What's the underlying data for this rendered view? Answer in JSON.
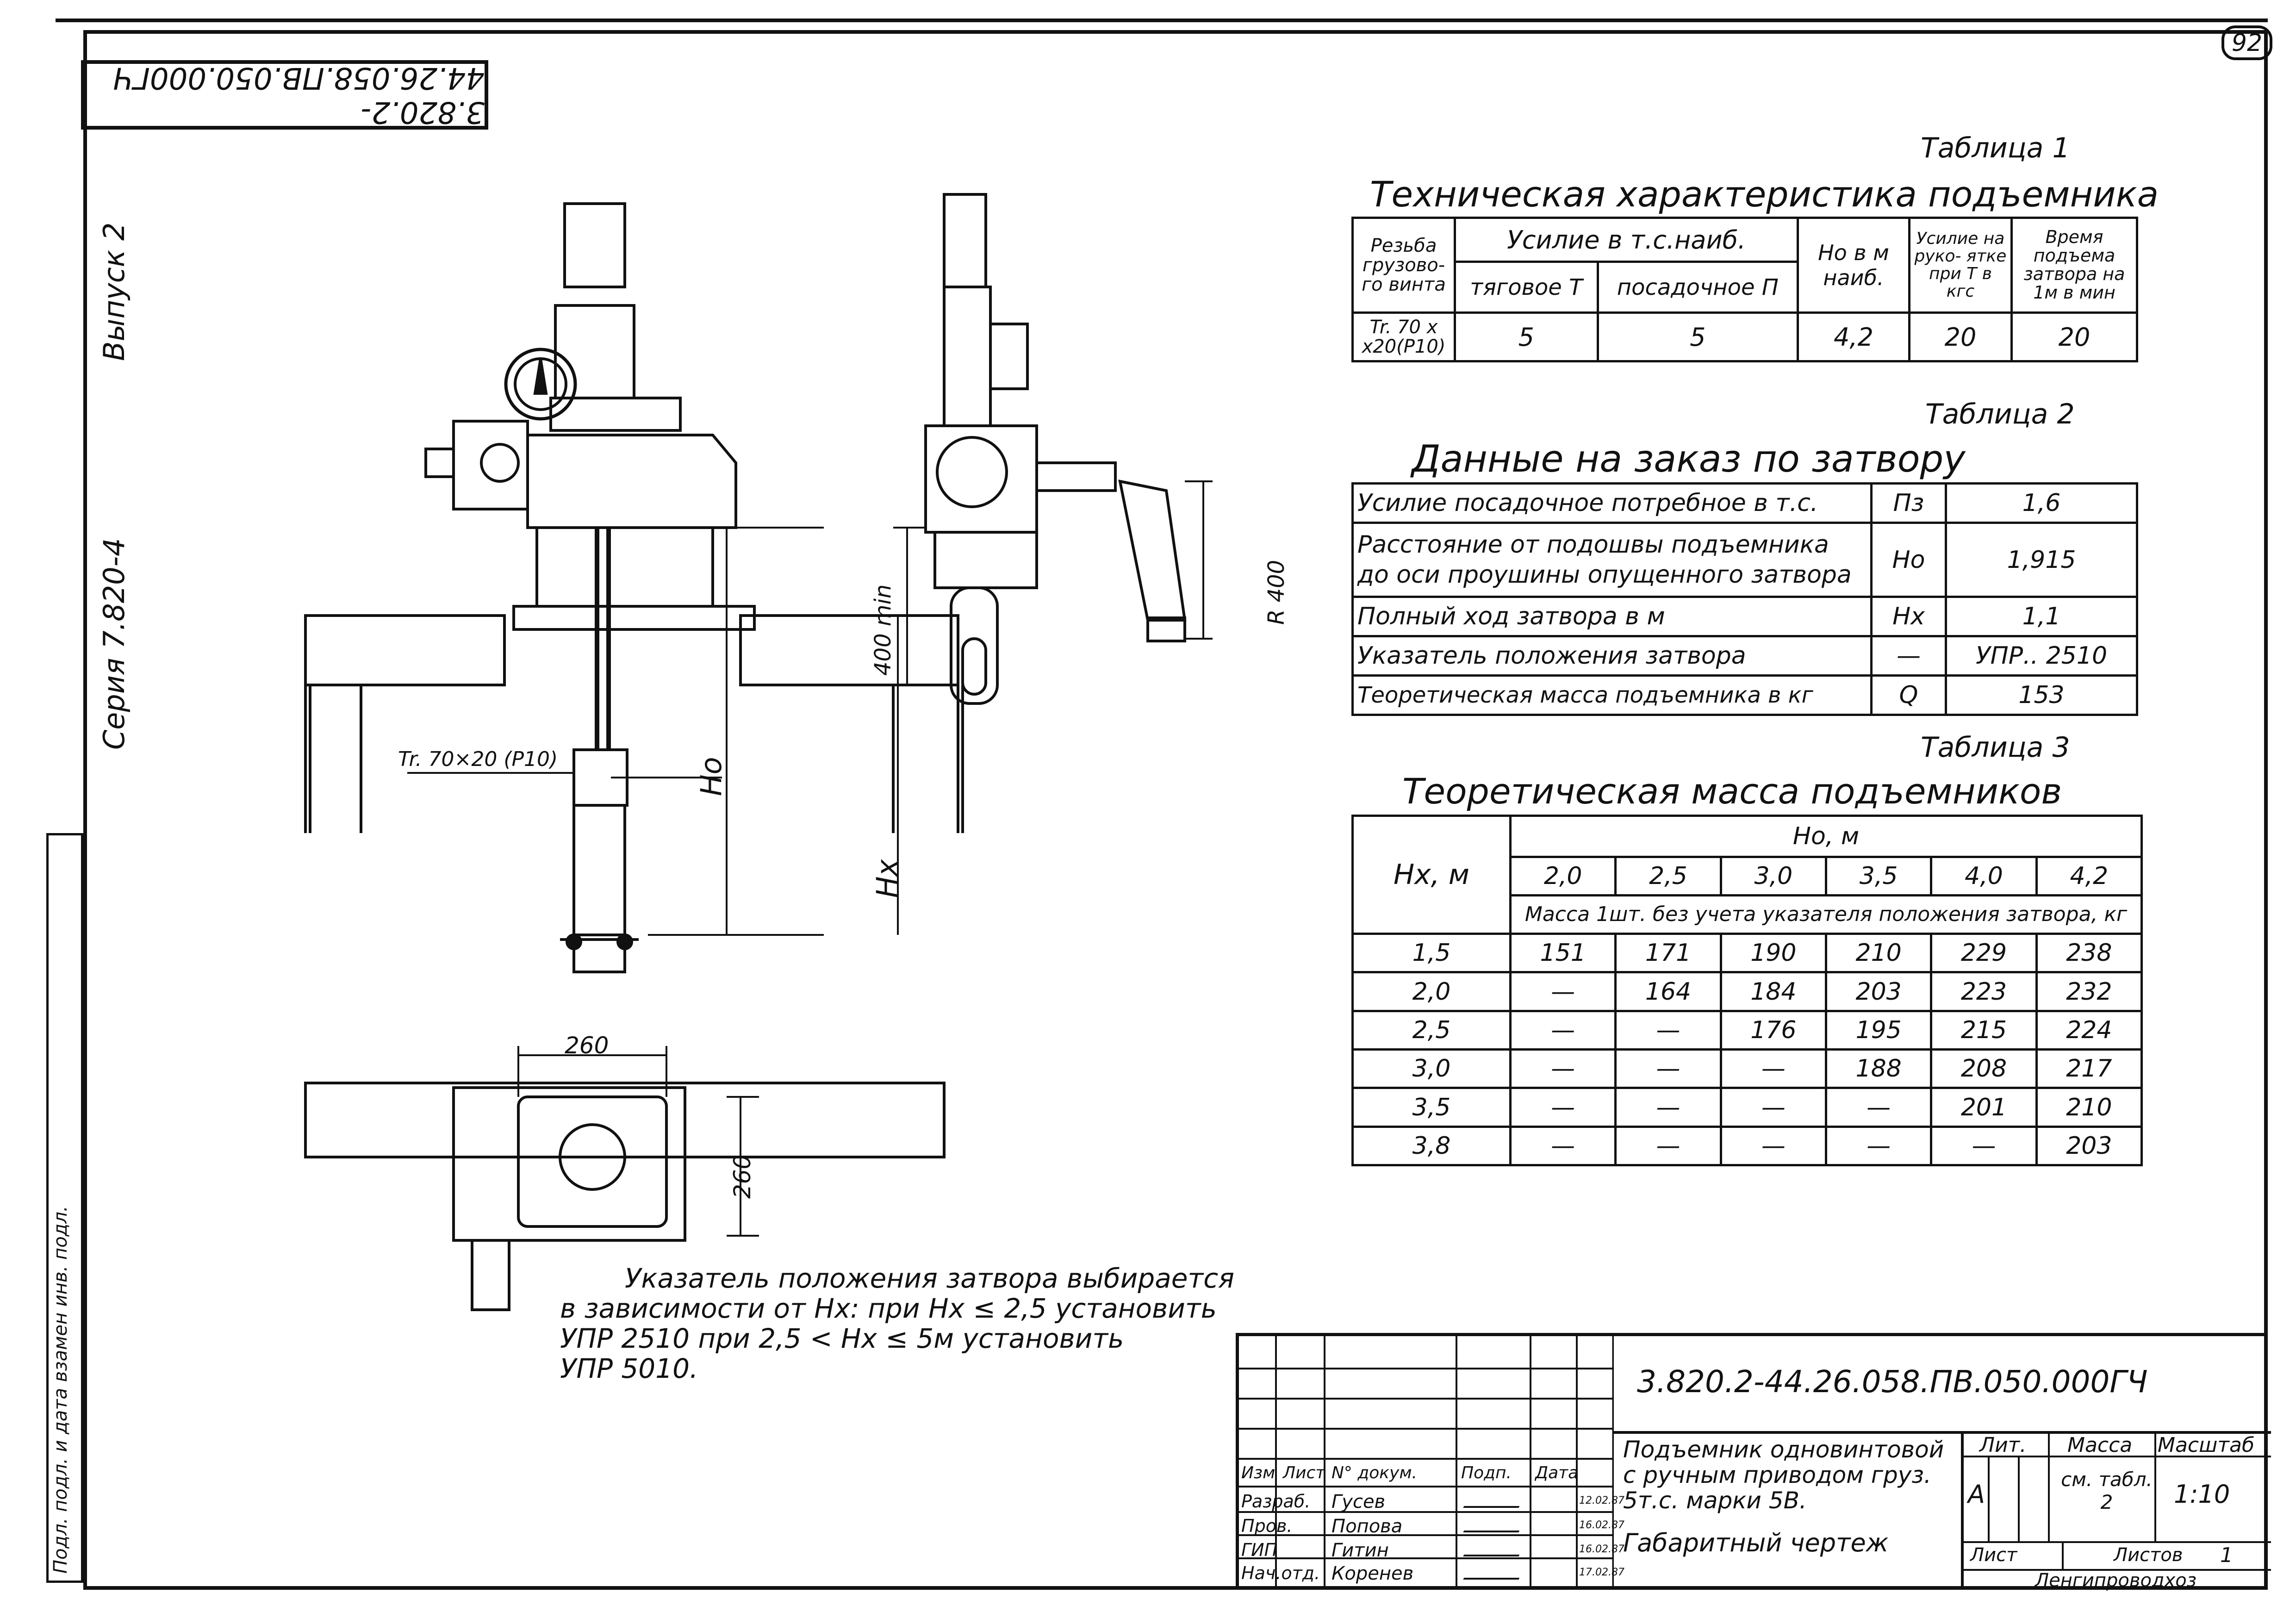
{
  "page_number": "92",
  "stamp_code": "3.820.2-44.26.058.ПВ.050.000ГЧ",
  "side": {
    "vypusk": "Выпуск 2",
    "seriya": "Серия 7.820-4",
    "border_text": "Подл. подл. и дата взамен инв. подл."
  },
  "table1": {
    "caption": "Таблица 1",
    "title": "Техническая характеристика подъемника",
    "h_thread": "Резьба грузово- го винта",
    "h_force": "Усилие в т.с.наиб.",
    "h_pull": "тяговое Т",
    "h_push": "посадочное П",
    "h_ho": "Ho в м наиб.",
    "h_handle": "Усилие на руко- ятке при Т в кгс",
    "h_time": "Время подъема затвора на 1м в мин",
    "r_thread": "Tr. 70 x x20(P10)",
    "r_pull": "5",
    "r_push": "5",
    "r_ho": "4,2",
    "r_handle": "20",
    "r_time": "20"
  },
  "table2": {
    "caption": "Таблица 2",
    "title": "Данные на заказ по затвору",
    "rows": [
      {
        "label": "Усилие посадочное потребное в т.с.",
        "sym": "Пз",
        "val": "1,6"
      },
      {
        "label": "Расстояние от подошвы подъемника до оси проушины опущенного затвора",
        "sym": "Ho",
        "val": "1,915"
      },
      {
        "label": "Полный ход затвора в м",
        "sym": "Hx",
        "val": "1,1"
      },
      {
        "label": "Указатель положения затвора",
        "sym": "—",
        "val": "УПР.. 2510"
      },
      {
        "label": "Теоретическая масса подъемника в кг",
        "sym": "Q",
        "val": "153"
      }
    ]
  },
  "table3": {
    "caption": "Таблица 3",
    "title": "Теоретическая масса подъемников",
    "h_hx": "Hx, м",
    "h_ho": "Ho, м",
    "ho_values": [
      "2,0",
      "2,5",
      "3,0",
      "3,5",
      "4,0",
      "4,2"
    ],
    "h_mass": "Масса 1шт. без учета указателя положения затвора, кг",
    "rows": [
      {
        "hx": "1,5",
        "v": [
          "151",
          "171",
          "190",
          "210",
          "229",
          "238"
        ]
      },
      {
        "hx": "2,0",
        "v": [
          "—",
          "164",
          "184",
          "203",
          "223",
          "232"
        ]
      },
      {
        "hx": "2,5",
        "v": [
          "—",
          "—",
          "176",
          "195",
          "215",
          "224"
        ]
      },
      {
        "hx": "3,0",
        "v": [
          "—",
          "—",
          "—",
          "188",
          "208",
          "217"
        ]
      },
      {
        "hx": "3,5",
        "v": [
          "—",
          "—",
          "—",
          "—",
          "201",
          "210"
        ]
      },
      {
        "hx": "3,8",
        "v": [
          "—",
          "—",
          "—",
          "—",
          "—",
          "203"
        ]
      }
    ]
  },
  "drawing": {
    "thread_label": "Tr. 70×20 (P10)",
    "ho_label": "Ho",
    "hx_label": "Hx",
    "min_label": "400 min",
    "r_label": "R 400",
    "dim_260_top": "260",
    "dim_260_side": "260"
  },
  "note": {
    "line1": "Указатель положения затвора выбирается",
    "line2": "в зависимости от Hx: при Hx ≤ 2,5 установить",
    "line3": "УПР 2510 при 2,5 < Hx ≤ 5м установить",
    "line4": "УПР 5010."
  },
  "title_block": {
    "doc_code": "3.820.2-44.26.058.ПВ.050.000ГЧ",
    "name": "Подъемник одновинтовой с ручным приводом груз. 5т.с. марки 5В.",
    "subtitle": "Габаритный чертеж",
    "lit_h": "Лит.",
    "mass_h": "Масса",
    "scale_h": "Масштаб",
    "lit": "А",
    "mass": "см. табл. 2",
    "scale": "1:10",
    "sheet_h": "Лист",
    "sheets_h": "Листов",
    "sheets": "1",
    "org": "Ленгипроводхоз",
    "hdr": [
      "Изм",
      "Лист",
      "N° докум.",
      "Подп.",
      "Дата"
    ],
    "rows": [
      {
        "role": "Разраб.",
        "name": "Гусев",
        "date": "12.02.87"
      },
      {
        "role": "Пров.",
        "name": "Попова",
        "date": "16.02.87"
      },
      {
        "role": "ГИП",
        "name": "Гитин",
        "date": "16.02.87"
      },
      {
        "role": "Нач.отд.",
        "name": "Коренев",
        "date": "17.02.87"
      }
    ]
  }
}
